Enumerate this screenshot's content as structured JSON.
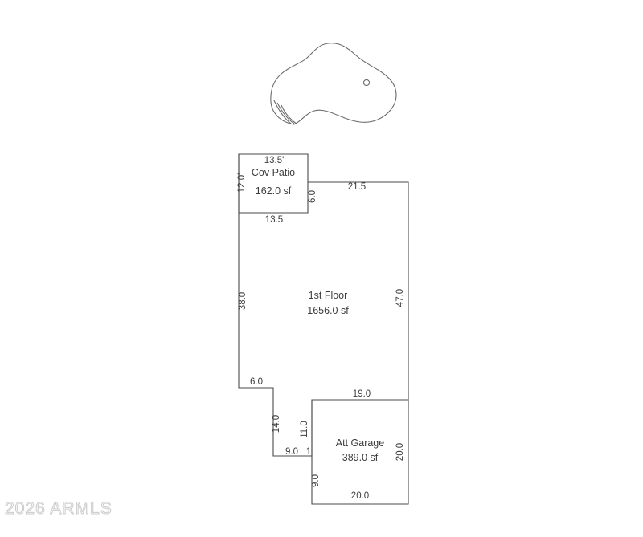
{
  "document": {
    "type": "property-floor-plan-sketch",
    "watermark": "2026 ARMLS"
  },
  "pool": {
    "label": "pool-outline",
    "feature_circle": "pool-drain-circle",
    "steps": "pool-entry-steps"
  },
  "rooms": [
    {
      "key": "cov_patio",
      "name": "Cov Patio",
      "area": "162.0 sf"
    },
    {
      "key": "first_floor",
      "name": "1st Floor",
      "area": "1656.0 sf"
    },
    {
      "key": "att_garage",
      "name": "Att Garage",
      "area": "389.0 sf"
    }
  ],
  "dimensions": {
    "patio_top": "13.5'",
    "patio_left": "12.0'",
    "patio_bottom": "13.5",
    "patio_right_offset": "6.0",
    "main_top": "21.5",
    "main_left": "38.0",
    "main_right": "47.0",
    "main_step_top": "6.0",
    "main_step_left": "14.0",
    "main_step_bottom": "9.0",
    "garage_left_upper": "11.0",
    "garage_notch": "1",
    "garage_top": "19.0",
    "garage_right": "20.0",
    "garage_bottom": "20.0",
    "garage_left_lower": "9.0"
  }
}
